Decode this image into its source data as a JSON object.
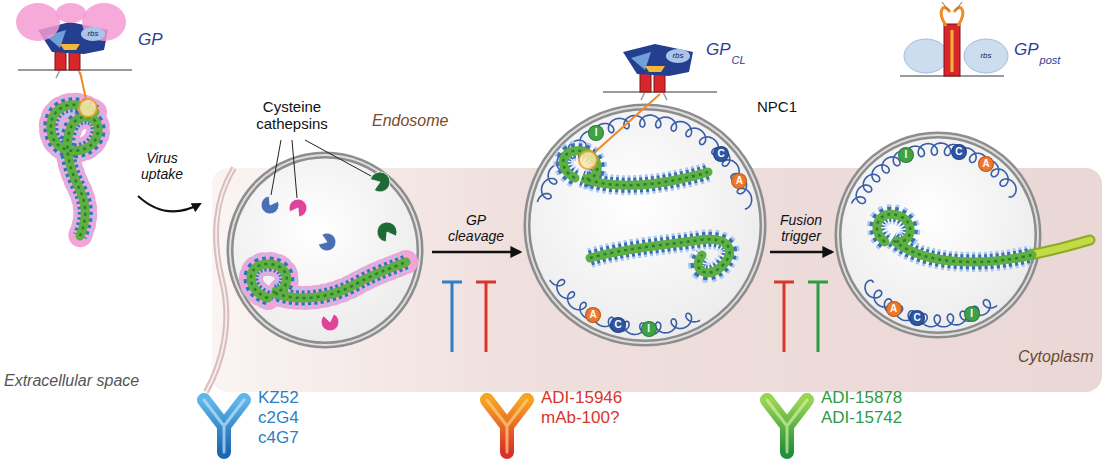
{
  "diagram": {
    "labels": [
      "GP",
      "rbs",
      "Cysteine cathepsins",
      "Endosome",
      "Virus uptake",
      "GP",
      "CL",
      "rbs",
      "NPC1",
      "GP cleavage",
      "GP",
      "post",
      "rbs",
      "Fusion trigger",
      "I",
      "C",
      "A",
      "A",
      "C",
      "I",
      "I",
      "C",
      "A",
      "A",
      "C",
      "I",
      "Extracellular space",
      "Cytoplasm",
      "KZ52",
      "c2G4",
      "c4G7",
      "ADI-15946",
      "mAb-100?",
      "ADI-15878",
      "ADI-15742"
    ]
  }
}
